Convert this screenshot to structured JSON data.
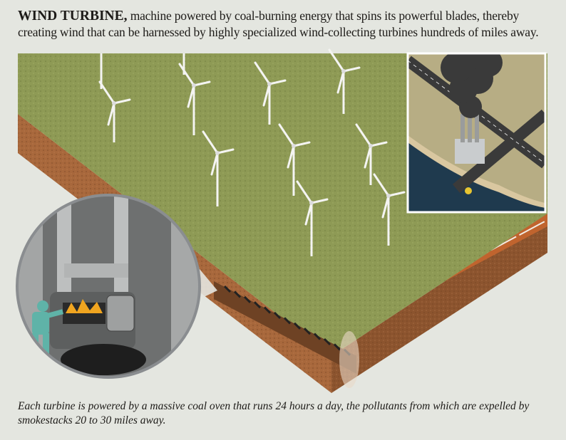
{
  "headline": {
    "term": "WIND TURBINE,",
    "definition": " machine powered by coal-burning energy that spins its powerful blades, thereby creating wind that can be harnessed by highly specialized wind-collecting turbines hundreds of miles away."
  },
  "caption": "Each turbine is powered by a massive coal oven that runs 24 hours a day, the pollutants from which are expelled by smokestacks 20 to 30 miles away.",
  "colors": {
    "background": "#e4e6e0",
    "grass": "#8e9a55",
    "soil": "#a8683c",
    "soil_dark": "#7d4a28",
    "coal_seam": "#c0642e",
    "smoke": "#3a3a3a",
    "water": "#1f3a4e",
    "oven_gray": "#8d8f8f",
    "worker": "#5fb3a8"
  },
  "illustration": {
    "main_scene": "wind-farm-cutaway",
    "inset_top_right": "smokestack-plant",
    "inset_circle": "coal-oven-worker"
  }
}
